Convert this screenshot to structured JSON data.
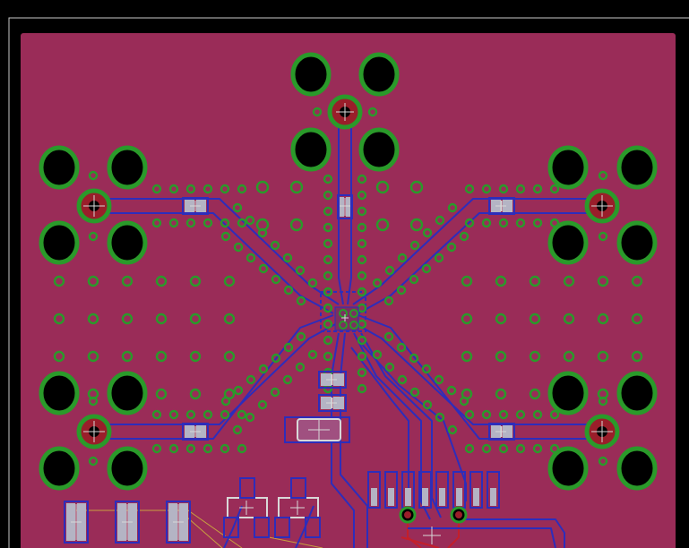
{
  "view": {
    "background": "#000000",
    "outline_color": "#c8c8c8",
    "board_color": "#9a2c58",
    "top_trace_color": "#2d2dbb",
    "bottom_trace_color": "#c41f2a",
    "via_ring_color": "#2a9a2a",
    "pad_color": "#b4b4c4",
    "silk_color": "#d8d8d8",
    "airwire_color": "#c8a040",
    "components": {
      "connectors_sma": 5,
      "smd_resistors": 13,
      "qfn_ic": 1,
      "sot23_parts": 2,
      "header_pins": 8,
      "electrolytic_cap": 1
    }
  }
}
